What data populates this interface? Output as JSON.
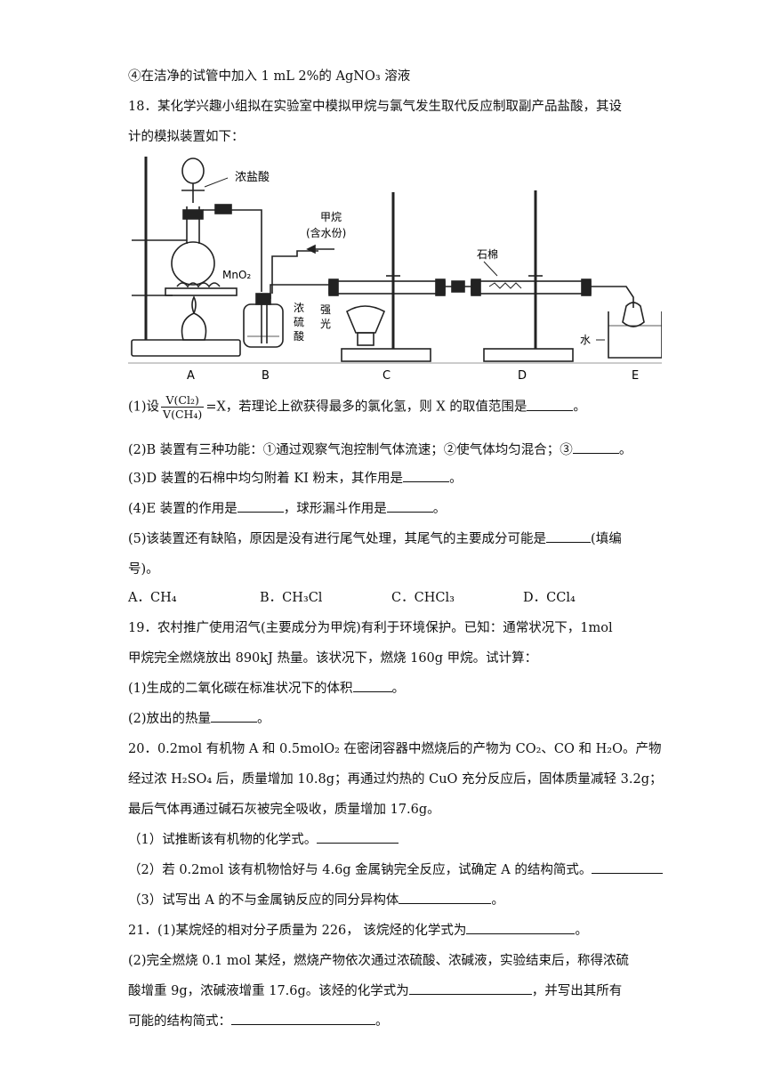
{
  "lines": {
    "l1": "④在洁净的试管中加入 1 mL 2%的 AgNO₃ 溶液",
    "q18a": "18．某化学兴趣小组拟在实验室中模拟甲烷与氯气发生取代反应制取副产品盐酸，其设",
    "q18b": "计的模拟装置如下：",
    "q18_1a": "(1)设",
    "q18_1num": "V(Cl₂)",
    "q18_1den": "V(CH₄)",
    "q18_1b": "=X，若理论上欲获得最多的氯化氢，则 X 的取值范围是",
    "q18_1c": "。",
    "q18_2a": "(2)B 装置有三种功能：①通过观察气泡控制气体流速；②使气体均匀混合；③",
    "q18_2b": "。",
    "q18_3a": "(3)D 装置的石棉中均匀附着 KI 粉末，其作用是",
    "q18_3b": "。",
    "q18_4a": "(4)E 装置的作用是",
    "q18_4b": "，球形漏斗作用是",
    "q18_4c": "。",
    "q18_5a": "(5)该装置还有缺陷，原因是没有进行尾气处理，其尾气的主要成分可能是",
    "q18_5b": "(填编",
    "q18_5c": "号)。",
    "q19a": "19．农村推广使用沼气(主要成分为甲烷)有利于环境保护。已知：通常状况下，1mol",
    "q19b": "甲烷完全燃烧放出 890kJ 热量。该状况下，燃烧 160g 甲烷。试计算：",
    "q19_1a": "(1)生成的二氧化碳在标准状况下的体积",
    "q19_1b": "。",
    "q19_2a": "(2)放出的热量",
    "q19_2b": "。",
    "q20a": "20．0.2mol 有机物 A 和 0.5molO₂ 在密闭容器中燃烧后的产物为 CO₂、CO 和 H₂O。产物",
    "q20b": "经过浓 H₂SO₄ 后，质量增加 10.8g；再通过灼热的 CuO 充分反应后，固体质量减轻 3.2g；",
    "q20c": "最后气体再通过碱石灰被完全吸收，质量增加 17.6g。",
    "q20_1": "（1）试推断该有机物的化学式。",
    "q20_2": "（2）若 0.2mol 该有机物恰好与 4.6g 金属钠完全反应，试确定 A 的结构简式。",
    "q20_3a": "（3）试写出 A 的不与金属钠反应的同分异构体",
    "q20_3b": "。",
    "q21a": "21．(1)某烷烃的相对分子质量为 226，  该烷烃的化学式为",
    "q21b": "。",
    "q21c": "(2)完全燃烧 0.1 mol 某烃，燃烧产物依次通过浓硫酸、浓碱液，实验结束后，称得浓硫",
    "q21d": "酸增重 9g，浓碱液增重 17.6g。该烃的化学式为",
    "q21e": "，并写出其所有",
    "q21f": "可能的结构简式：",
    "q21g": "。"
  },
  "options": [
    {
      "label": "A．",
      "value": "CH₄"
    },
    {
      "label": "B．",
      "value": "CH₃Cl"
    },
    {
      "label": "C．",
      "value": "CHCl₃"
    },
    {
      "label": "D．",
      "value": "CCl₄"
    }
  ],
  "figure": {
    "conc_hcl": "浓盐酸",
    "mno2": "MnO₂",
    "methane": "甲烷",
    "methane_note": "(含水份)",
    "conc_h2so4_1": "浓",
    "conc_h2so4_2": "硫",
    "conc_h2so4_3": "酸",
    "strong_light_1": "强",
    "strong_light_2": "光",
    "asbestos": "石棉",
    "water": "水",
    "labels": [
      "A",
      "B",
      "C",
      "D",
      "E"
    ]
  }
}
